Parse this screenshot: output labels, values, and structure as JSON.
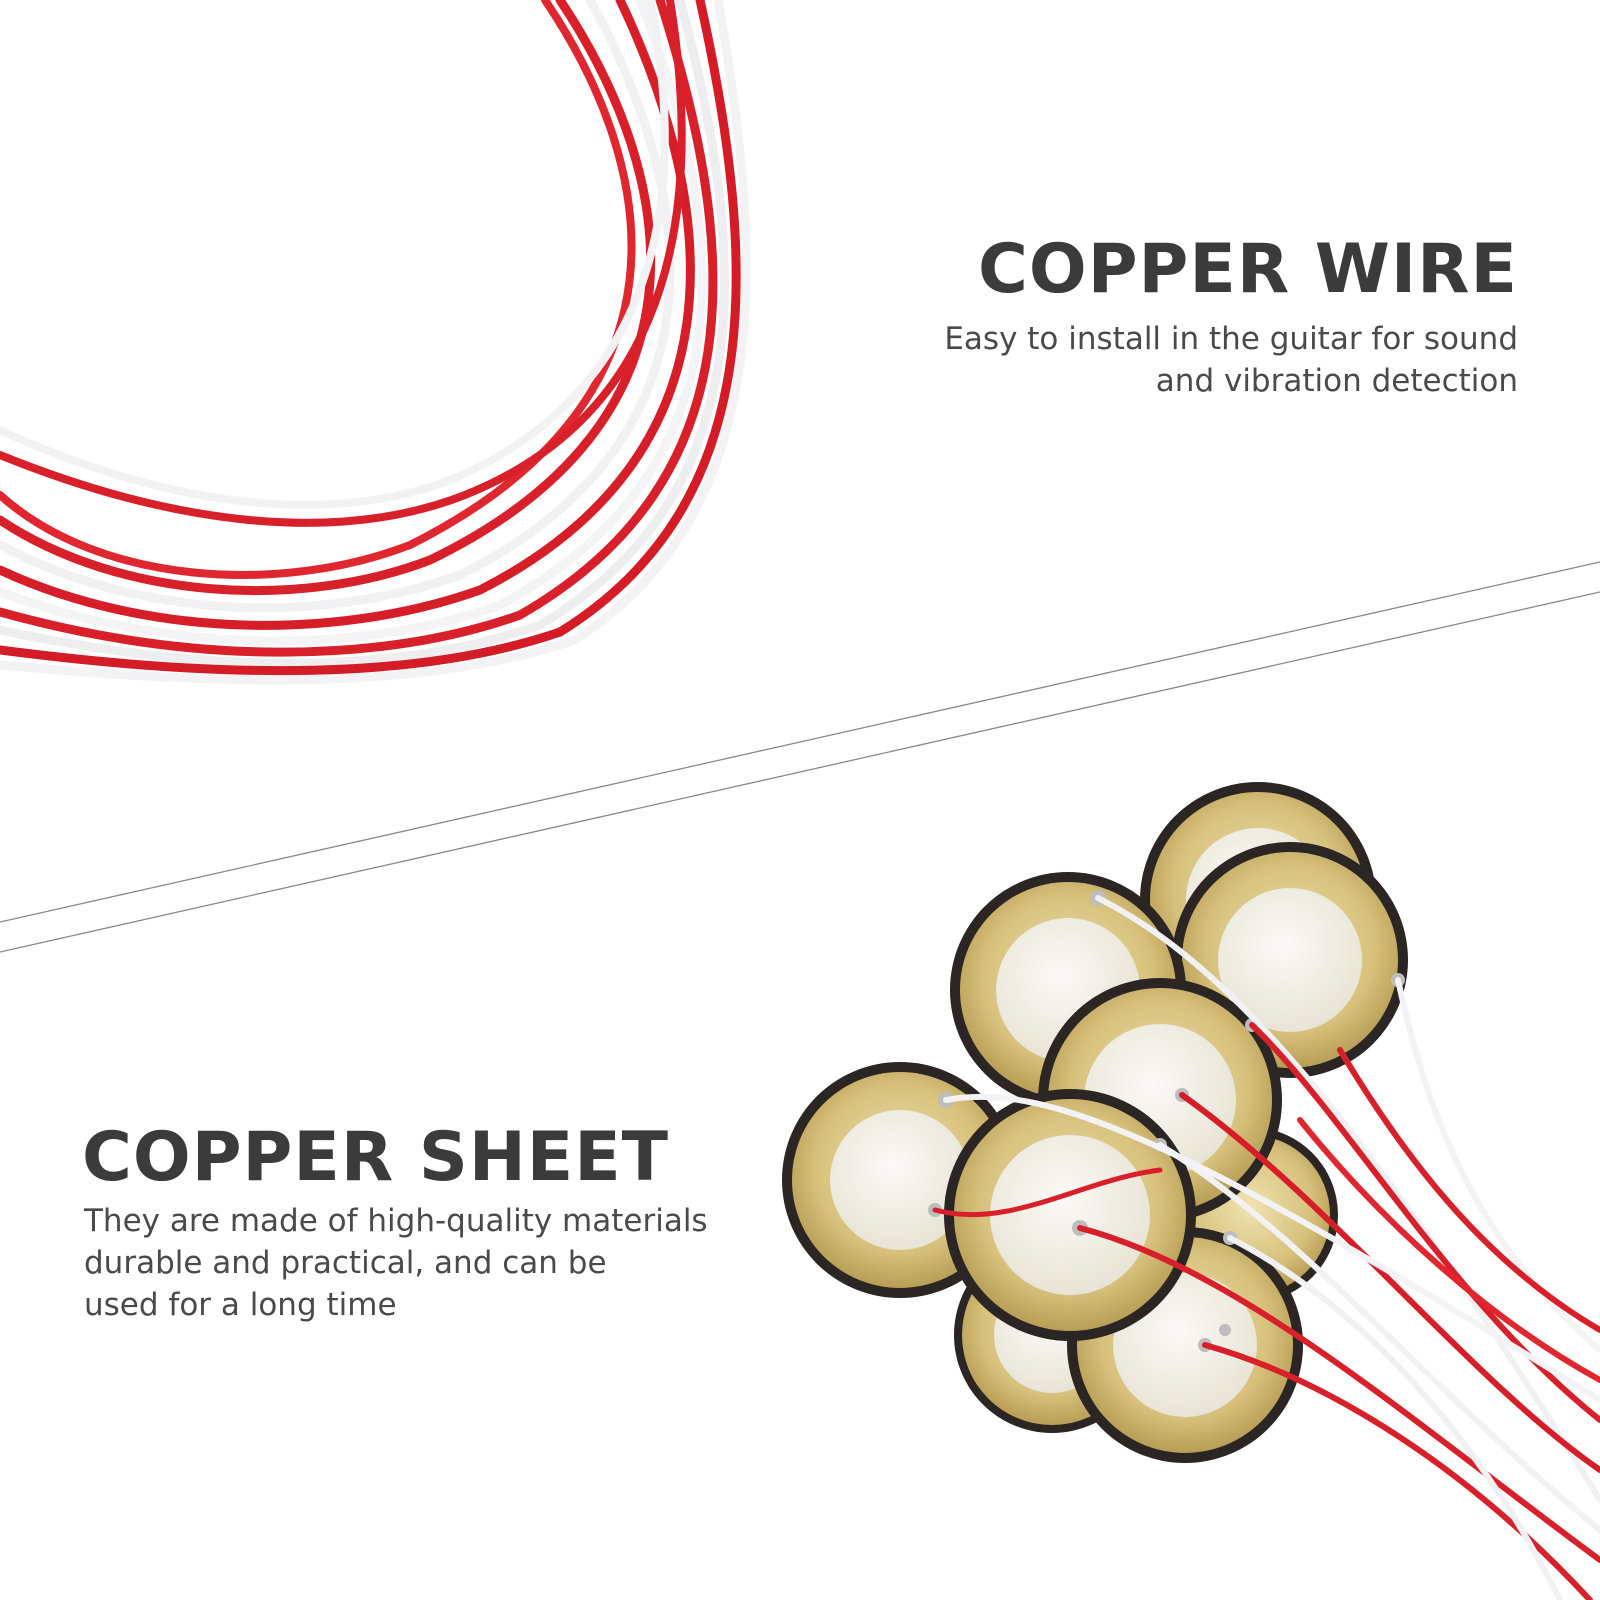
{
  "copper_wire": {
    "title": "COPPER WIRE",
    "description_line1": "Easy to install in the guitar for sound",
    "description_line2": "and vibration detection"
  },
  "copper_sheet": {
    "title": "COPPER SHEET",
    "description_line1": "They are made of high-quality materials",
    "description_line2": "durable and practical, and can be",
    "description_line3": "used for a long time"
  },
  "colors": {
    "wire_red": "#d8202a",
    "wire_white": "#f2f2f4",
    "brass": "#d6c07a",
    "ceramic": "#f1efe6",
    "foam_border": "#2b2624",
    "heading_text": "#3b3b3b",
    "divider_line": "#8a8a8a"
  }
}
